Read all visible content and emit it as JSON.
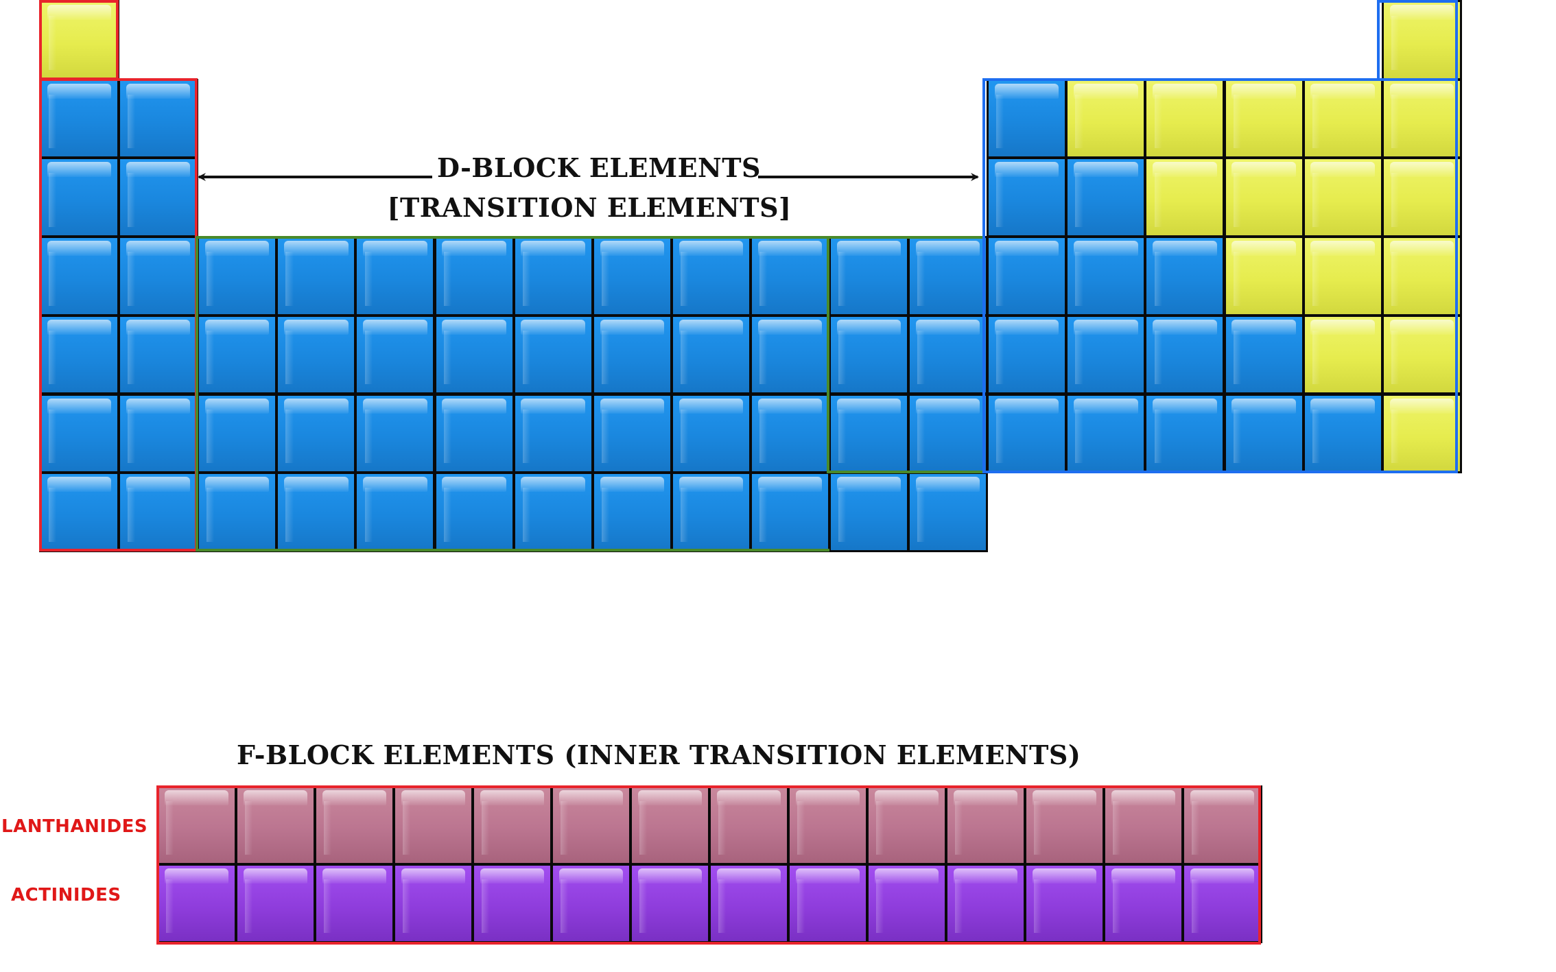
{
  "d_block": {
    "title": "D-BLOCK ELEMENTS",
    "subtitle": "[TRANSITION ELEMENTS]"
  },
  "f_block": {
    "title": "F-BLOCK ELEMENTS  (INNER TRANSITION ELEMENTS)",
    "rows": [
      {
        "label": "LANTHANIDES",
        "color": "#bb7590",
        "cells": 14
      },
      {
        "label": "ACTINIDES",
        "color": "#8f3ddc",
        "cells": 14
      }
    ]
  },
  "colors": {
    "s_block_outline": "#e8242c",
    "d_block_outline": "#4a8a2a",
    "p_block_outline": "#1e6ef0",
    "f_block_outline": "#e8242c",
    "metal": "#1a87de",
    "nonmetal": "#e6ec4e",
    "row_label": "#e01818"
  },
  "table": {
    "groups": 18,
    "periods": 7,
    "nonmetal_cells": [
      [
        1,
        1
      ],
      [
        1,
        18
      ],
      [
        2,
        14
      ],
      [
        2,
        15
      ],
      [
        2,
        16
      ],
      [
        2,
        17
      ],
      [
        2,
        18
      ],
      [
        3,
        15
      ],
      [
        3,
        16
      ],
      [
        3,
        17
      ],
      [
        3,
        18
      ],
      [
        4,
        16
      ],
      [
        4,
        17
      ],
      [
        4,
        18
      ],
      [
        5,
        17
      ],
      [
        5,
        18
      ],
      [
        6,
        18
      ]
    ]
  }
}
